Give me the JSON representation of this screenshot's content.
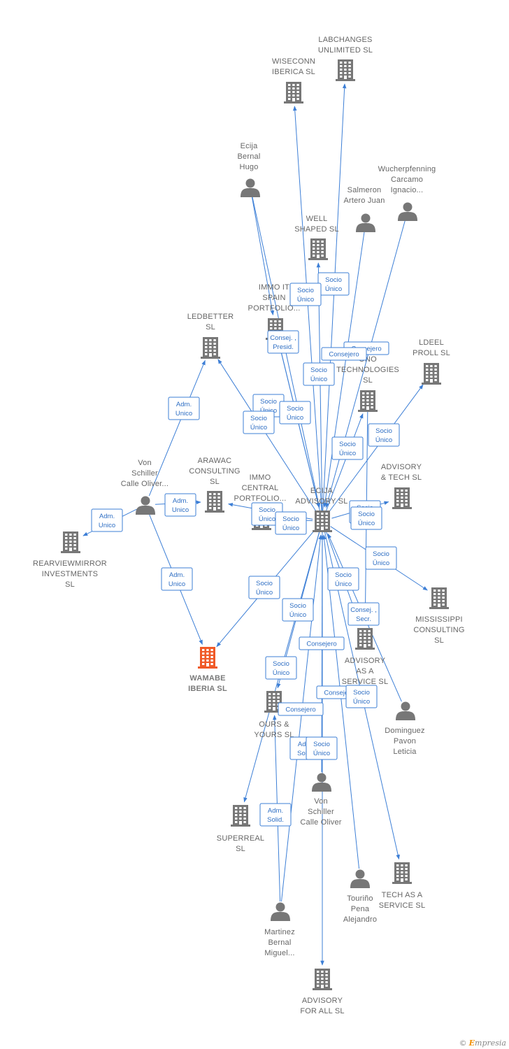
{
  "colors": {
    "edge": "#3d7fd6",
    "node": "#777777",
    "focus": "#f05a28"
  },
  "footer": {
    "copyright": "©",
    "brand_initial": "E",
    "brand_rest": "mpresia"
  },
  "nodes": [
    {
      "id": "labchanges",
      "type": "company",
      "label": [
        "LABCHANGES",
        "UNLIMITED  SL"
      ]
    },
    {
      "id": "wiseconn",
      "type": "company",
      "label": [
        "WISECONN",
        "IBERICA  SL"
      ]
    },
    {
      "id": "ecija_hugo",
      "type": "person",
      "label": [
        "Ecija",
        "Bernal",
        "Hugo"
      ]
    },
    {
      "id": "wucher",
      "type": "person",
      "label": [
        "Wucherpfenning",
        "Carcamo",
        "Ignacio..."
      ]
    },
    {
      "id": "salmeron",
      "type": "person",
      "label": [
        "Salmeron",
        "Artero Juan"
      ]
    },
    {
      "id": "wellshaped",
      "type": "company",
      "label": [
        "WELL",
        "SHAPED  SL"
      ]
    },
    {
      "id": "immo_it",
      "type": "company",
      "label": [
        "IMMO IT",
        "SPAIN",
        "PORTFOLIO..."
      ]
    },
    {
      "id": "ledbetter",
      "type": "company",
      "label": [
        "LEDBETTER",
        "SL"
      ]
    },
    {
      "id": "ldeel",
      "type": "company",
      "label": [
        "LDEEL",
        "PROLL  SL"
      ]
    },
    {
      "id": "ono",
      "type": "company",
      "label": [
        "ONO",
        "TECHNOLOGIES",
        "SL"
      ]
    },
    {
      "id": "vonschiller_left",
      "type": "person",
      "label": [
        "Von",
        "Schiller",
        "Calle Oliver..."
      ]
    },
    {
      "id": "arawac",
      "type": "company",
      "label": [
        "ARAWAC",
        "CONSULTING",
        "SL"
      ]
    },
    {
      "id": "immo_central",
      "type": "company",
      "label": [
        "IMMO",
        "CENTRAL",
        "PORTFOLIO..."
      ]
    },
    {
      "id": "ecija_adv",
      "type": "company",
      "label": [
        "ECIJA",
        "ADVISORY  SL"
      ]
    },
    {
      "id": "adv_tech",
      "type": "company",
      "label": [
        "ADVISORY",
        "& TECH  SL"
      ]
    },
    {
      "id": "rearview",
      "type": "company",
      "label": [
        "REARVIEWMIRROR",
        "INVESTMENTS",
        "SL"
      ]
    },
    {
      "id": "mississippi",
      "type": "company",
      "label": [
        "MISSISSIPPI",
        "CONSULTING",
        "SL"
      ]
    },
    {
      "id": "wamabe",
      "type": "focus",
      "label": [
        "WAMABE",
        "IBERIA  SL"
      ]
    },
    {
      "id": "adv_service",
      "type": "company",
      "label": [
        "ADVISORY",
        "AS A",
        "SERVICE  SL"
      ]
    },
    {
      "id": "ours",
      "type": "company",
      "label": [
        "OURS &",
        "YOURS SL"
      ]
    },
    {
      "id": "dominguez",
      "type": "person",
      "label": [
        "Dominguez",
        "Pavon",
        "Leticia"
      ]
    },
    {
      "id": "vonschiller_center",
      "type": "person",
      "label": [
        "Von",
        "Schiller",
        "Calle Oliver"
      ]
    },
    {
      "id": "superreal",
      "type": "company",
      "label": [
        "SUPERREAL",
        "SL"
      ]
    },
    {
      "id": "tourino",
      "type": "person",
      "label": [
        "Touriño",
        "Pena",
        "Alejandro"
      ]
    },
    {
      "id": "tech_service",
      "type": "company",
      "label": [
        "TECH AS A",
        "SERVICE  SL"
      ]
    },
    {
      "id": "martinez",
      "type": "person",
      "label": [
        "Martinez",
        "Bernal",
        "Miguel..."
      ]
    },
    {
      "id": "adv_all",
      "type": "company",
      "label": [
        "ADVISORY",
        "FOR ALL  SL"
      ]
    }
  ],
  "relations": [
    {
      "label": [
        "Socio",
        "Único"
      ]
    },
    {
      "label": [
        "Socio",
        "Único"
      ]
    },
    {
      "label": [
        "Consej. ,",
        "Presid."
      ]
    },
    {
      "label": [
        "Consejero"
      ]
    },
    {
      "label": [
        "Consejero"
      ]
    },
    {
      "label": [
        "Socio",
        "Único"
      ]
    },
    {
      "label": [
        "Adm.",
        "Unico"
      ]
    },
    {
      "label": [
        "Socio",
        "Único"
      ]
    },
    {
      "label": [
        "Socio",
        "Único"
      ]
    },
    {
      "label": [
        "Socio",
        "Único"
      ]
    },
    {
      "label": [
        "Socio",
        "Único"
      ]
    },
    {
      "label": [
        "Socio",
        "Único"
      ]
    },
    {
      "label": [
        "Adm.",
        "Unico"
      ]
    },
    {
      "label": [
        "Adm.",
        "Unico"
      ]
    },
    {
      "label": [
        "Socio",
        "Único"
      ]
    },
    {
      "label": [
        "Socio",
        "Único"
      ]
    },
    {
      "label": [
        "Socio",
        "Único"
      ]
    },
    {
      "label": [
        "Socio",
        "Único"
      ]
    },
    {
      "label": [
        "Adm.",
        "Unico"
      ]
    },
    {
      "label": [
        "Socio",
        "Único"
      ]
    },
    {
      "label": [
        "Socio",
        "Único"
      ]
    },
    {
      "label": [
        "Socio",
        "Único"
      ]
    },
    {
      "label": [
        "Consej. ,",
        "Secr."
      ]
    },
    {
      "label": [
        "Socio",
        "Único"
      ]
    },
    {
      "label": [
        "Consejero"
      ]
    },
    {
      "label": [
        "Socio",
        "Único"
      ]
    },
    {
      "label": [
        "Consejero"
      ]
    },
    {
      "label": [
        "Socio",
        "Único"
      ]
    },
    {
      "label": [
        "Consejero"
      ]
    },
    {
      "label": [
        "Adm.",
        "Solid."
      ]
    },
    {
      "label": [
        "Socio",
        "Único"
      ]
    },
    {
      "label": [
        "Adm.",
        "Solid."
      ]
    }
  ]
}
